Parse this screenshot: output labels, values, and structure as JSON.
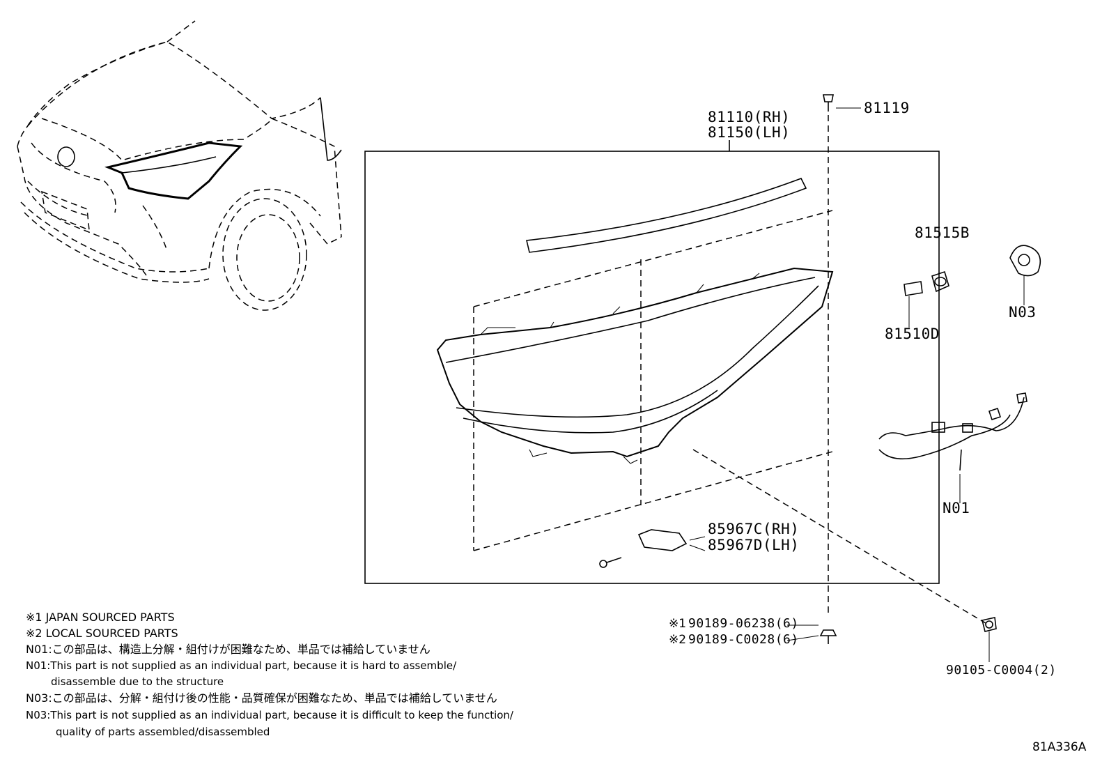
{
  "callouts": {
    "headlamp_rh": "81110(RH)",
    "headlamp_lh": "81150(LH)",
    "screw_top": "81119",
    "socket": "81515B",
    "bulb": "81510D",
    "n03": "N03",
    "n01": "N01",
    "ecu_rh": "85967C(RH)",
    "ecu_lh": "85967D(LH)",
    "bolt1_mark": "※1",
    "bolt1": "90189-06238(6)",
    "bolt2_mark": "※2",
    "bolt2": "90189-C0028(6)",
    "clip": "90105-C0004(2)"
  },
  "notes": {
    "line1": "※1 JAPAN SOURCED PARTS",
    "line2": "※2 LOCAL SOURCED PARTS",
    "line3": "N01:この部品は、構造上分解・組付けが困難なため、単品では補給していません",
    "line4": "N01:This part is not supplied as an individual part, because it is hard to assemble/",
    "line5": "disassemble due to the structure",
    "line6": "N03:この部品は、分解・組付け後の性能・品質確保が困難なため、単品では補給していません",
    "line7": "N03:This part is not supplied as an individual part, because it is difficult to keep the function/",
    "line8": "quality of parts assembled/disassembled"
  },
  "figure_code": "81A336A"
}
